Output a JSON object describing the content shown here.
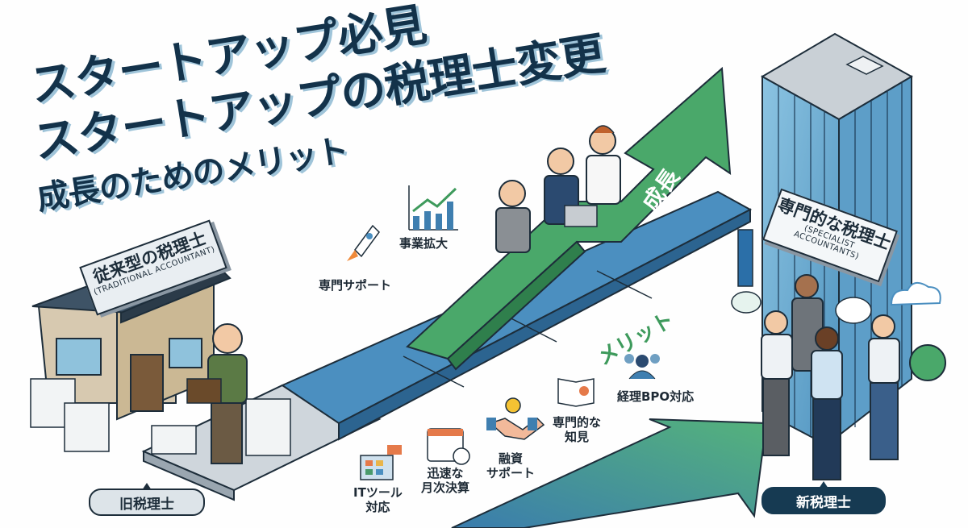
{
  "title": {
    "line1": "スタートアップ必見",
    "line2": "スタートアップの税理士変更",
    "line3": "成長のためのメリット"
  },
  "colors": {
    "title": "#13324a",
    "title_shadow": "#9fc4d9",
    "path_blue": "#3f7fb0",
    "arrow_green": "#4aa86a",
    "benefit_green": "#3e9a5c",
    "new_tag_bg": "#163a52"
  },
  "old_office": {
    "sign_jp": "従来型の税理士",
    "sign_en": "(TRADITIONAL ACCOUNTANT)",
    "tag": "旧税理士"
  },
  "new_office": {
    "sign_jp": "専門的な税理士",
    "sign_en": "(SPECIALIST ACCOUNTANTS)",
    "tag": "新税理士"
  },
  "growth_arrow": {
    "label": "成長"
  },
  "benefits_label": "メリット",
  "benefits": [
    {
      "icon": "rocket-icon",
      "label": "専門サポート"
    },
    {
      "icon": "growth-chart-icon",
      "label": "事業拡大"
    },
    {
      "icon": "it-tools-icon",
      "label": "ITツール\n対応"
    },
    {
      "icon": "calendar-clock-icon",
      "label": "迅速な\n月次決算"
    },
    {
      "icon": "handshake-coin-icon",
      "label": "融資\nサポート"
    },
    {
      "icon": "book-brain-icon",
      "label": "専門的な\n知見"
    },
    {
      "icon": "team-headset-icon",
      "label": "経理BPO対応"
    }
  ]
}
